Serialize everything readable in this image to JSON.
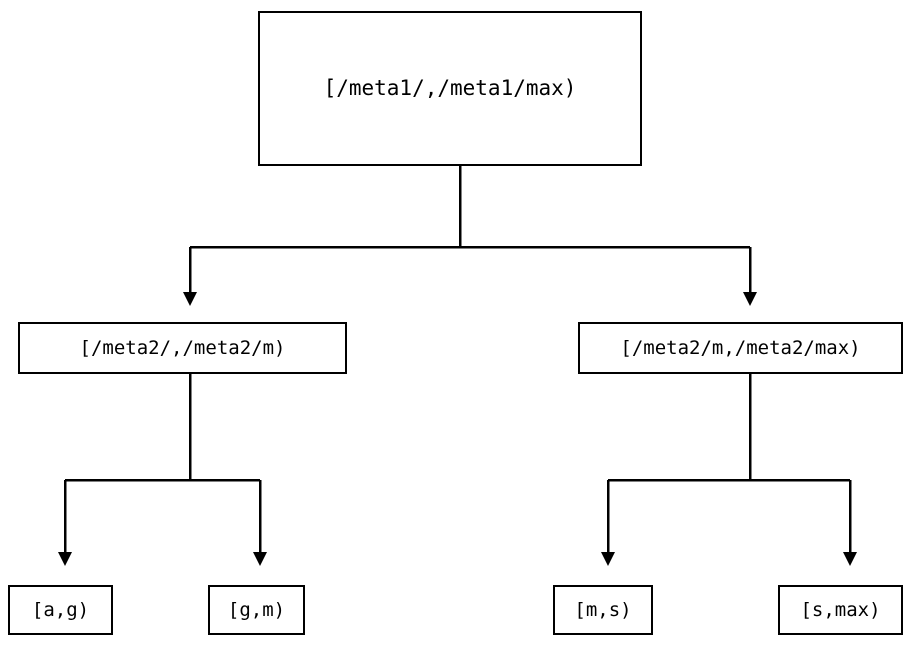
{
  "diagram": {
    "type": "tree",
    "title": "",
    "background_color": "#ffffff",
    "line_color": "#000000",
    "text_color": "#000000",
    "nodes": {
      "root": {
        "label": "[/meta1/,/meta1/max)",
        "level": 0
      },
      "mid": [
        {
          "label": "[/meta2/,/meta2/m)",
          "level": 1
        },
        {
          "label": "[/meta2/m,/meta2/max)",
          "level": 1
        }
      ],
      "leaves": [
        {
          "label": "[a,g)",
          "level": 2
        },
        {
          "label": "[g,m)",
          "level": 2
        },
        {
          "label": "[m,s)",
          "level": 2
        },
        {
          "label": "[s,max)",
          "level": 2
        }
      ]
    },
    "edges": [
      {
        "from": "root",
        "to": "mid-left",
        "arrow": "down"
      },
      {
        "from": "root",
        "to": "mid-right",
        "arrow": "down"
      },
      {
        "from": "mid-left",
        "to": "leaf-0",
        "arrow": "down"
      },
      {
        "from": "mid-left",
        "to": "leaf-1",
        "arrow": "down"
      },
      {
        "from": "mid-right",
        "to": "leaf-2",
        "arrow": "down"
      },
      {
        "from": "mid-right",
        "to": "leaf-3",
        "arrow": "down"
      }
    ]
  }
}
